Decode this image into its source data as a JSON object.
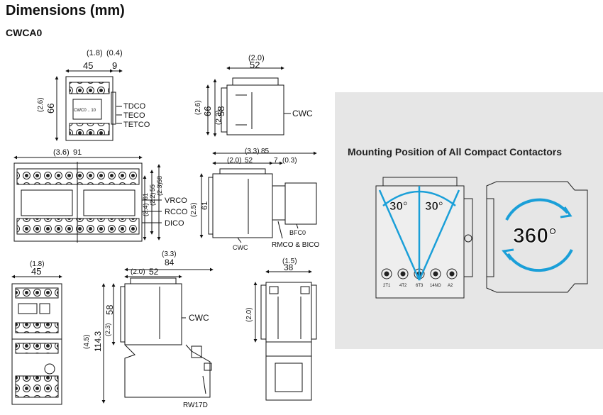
{
  "title": "Dimensions (mm)",
  "model": "CWCA0",
  "mounting": {
    "title": "Mounting Position of All Compact Contactors",
    "angle_left": "30°",
    "angle_right": "30°",
    "rotation": "360°",
    "terminals": [
      "2T1",
      "4T2",
      "6T3",
      "14NO",
      "A2"
    ],
    "colors": {
      "accent": "#1a9fd8",
      "panel": "#e6e6e6"
    }
  },
  "front_view": {
    "width": "45",
    "width_tol": "(1.8)",
    "side": "9",
    "side_tol": "(0.4)",
    "height": "66",
    "height_tol": "(2.6)",
    "accessories": [
      "TDCO",
      "TECO",
      "TETCO"
    ],
    "label": "CWC0 .. 10"
  },
  "side_view": {
    "depth": "52",
    "depth_tol": "(2.0)",
    "height_a": "66",
    "height_a_tol": "(2.6)",
    "height_b": "58",
    "height_b_tol": "(2.3)",
    "label": "CWC"
  },
  "reversing_front": {
    "width": "91",
    "width_tol": "(3.6)",
    "dims": [
      "61",
      "55",
      "58"
    ],
    "dims_tol": [
      "(2.4)",
      "(2.2)",
      "(2.3)"
    ],
    "accessories": [
      "VRCO",
      "RCCO",
      "DICO"
    ]
  },
  "reversing_side": {
    "depth_total": "85",
    "depth_total_tol": "(3.3)",
    "depth_a": "52",
    "depth_a_tol": "(2.0)",
    "gap": "7",
    "gap_tol": "(0.3)",
    "height": "61",
    "height_tol": "(2.5)",
    "labels": [
      "CWC",
      "BFC0",
      "RMCO & BICO"
    ]
  },
  "overload_front": {
    "width": "45",
    "width_tol": "(1.8)"
  },
  "overload_side": {
    "depth_total": "84",
    "depth_total_tol": "(3.3)",
    "depth_a": "52",
    "depth_a_tol": "(2.0)",
    "height_a": "58",
    "height_a_tol": "(2.3)",
    "height_total": "114.3",
    "height_total_tol": "(4.5)",
    "labels": [
      "CWC",
      "RW17D"
    ]
  },
  "overload_end": {
    "width": "38",
    "width_tol": "(1.5)",
    "height_tol": "(2.0)"
  }
}
